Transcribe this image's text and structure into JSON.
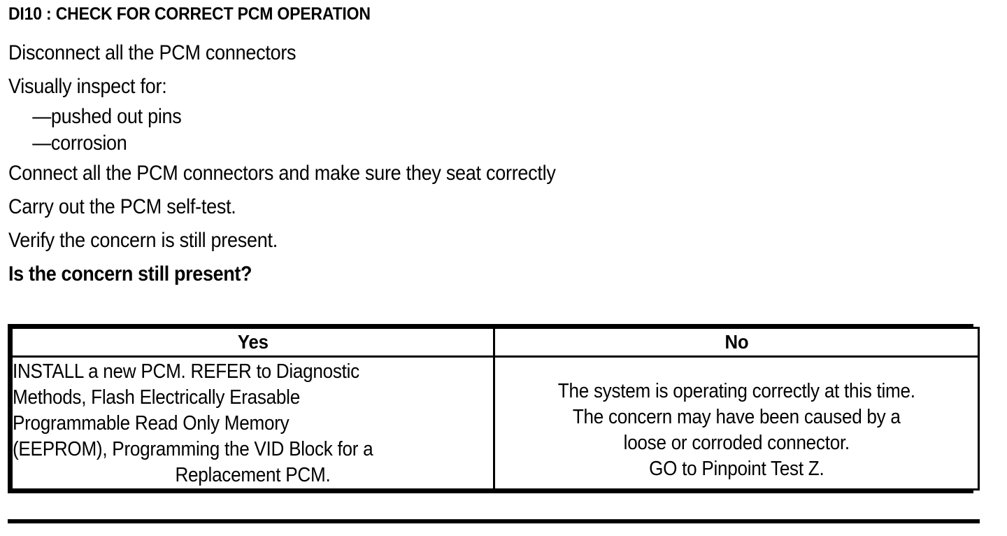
{
  "document": {
    "title": "DI10 : CHECK FOR CORRECT PCM OPERATION",
    "steps": [
      {
        "text": "Disconnect all the PCM connectors",
        "style": "normal"
      },
      {
        "text": "Visually inspect for:",
        "style": "normal"
      },
      {
        "text": "—pushed out pins",
        "style": "sub"
      },
      {
        "text": "—corrosion",
        "style": "sub"
      },
      {
        "text": "Connect all the PCM connectors and make sure they seat correctly",
        "style": "normal"
      },
      {
        "text": "Carry out the PCM self-test.",
        "style": "normal"
      },
      {
        "text": "Verify the concern is still present.",
        "style": "normal"
      },
      {
        "text": "Is the concern still present?",
        "style": "bold"
      }
    ]
  },
  "decision_table": {
    "headers": {
      "yes": "Yes",
      "no": "No"
    },
    "cells": {
      "yes": {
        "lines": [
          {
            "text": "INSTALL a new PCM. REFER to Diagnostic",
            "align": "left"
          },
          {
            "text": "Methods,  Flash Electrically Erasable",
            "align": "left"
          },
          {
            "text": "Programmable Read Only Memory",
            "align": "left"
          },
          {
            "text": "(EEPROM), Programming the VID Block for a",
            "align": "left"
          },
          {
            "text": "Replacement PCM.",
            "align": "center"
          }
        ]
      },
      "no": {
        "lines": [
          {
            "text": "The system is operating correctly at this time.",
            "align": "center"
          },
          {
            "text": "The concern may have been caused by a",
            "align": "center"
          },
          {
            "text": "loose or corroded connector.",
            "align": "center"
          },
          {
            "text": "GO to Pinpoint Test Z.",
            "align": "center"
          }
        ]
      }
    }
  },
  "colors": {
    "ink": "#000000",
    "paper": "#ffffff"
  }
}
